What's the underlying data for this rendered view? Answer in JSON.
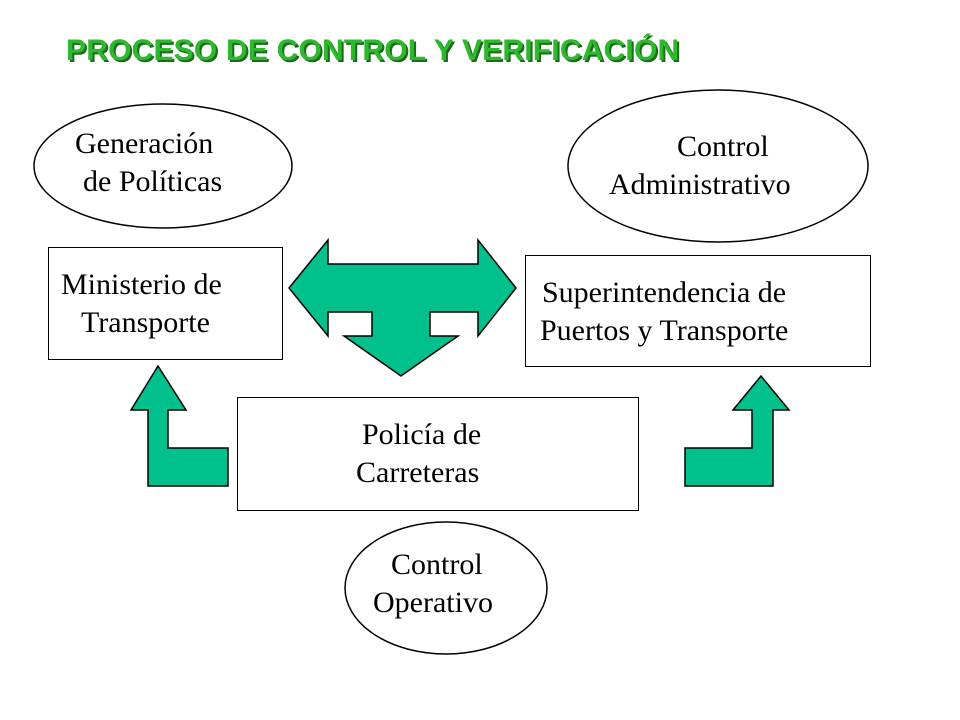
{
  "title": "PROCESO DE CONTROL Y VERIFICACIÓN",
  "ellipses": {
    "politicas": {
      "line1": "Generación",
      "line2": "de Políticas"
    },
    "administrativo": {
      "line1": "Control",
      "line2": "Administrativo"
    },
    "operativo": {
      "line1": "Control",
      "line2": "Operativo"
    }
  },
  "boxes": {
    "ministerio": {
      "line1": "Ministerio  de",
      "line2": "Transporte"
    },
    "superintendencia": {
      "line1": "Superintendencia  de",
      "line2": "Puertos y Transporte"
    },
    "policia": {
      "line1": "Policía  de",
      "line2": "Carreteras"
    }
  },
  "colors": {
    "arrow_fill": "#00c08b",
    "title_color": "#2db82d",
    "title_shadow": "#1a6b1a"
  }
}
